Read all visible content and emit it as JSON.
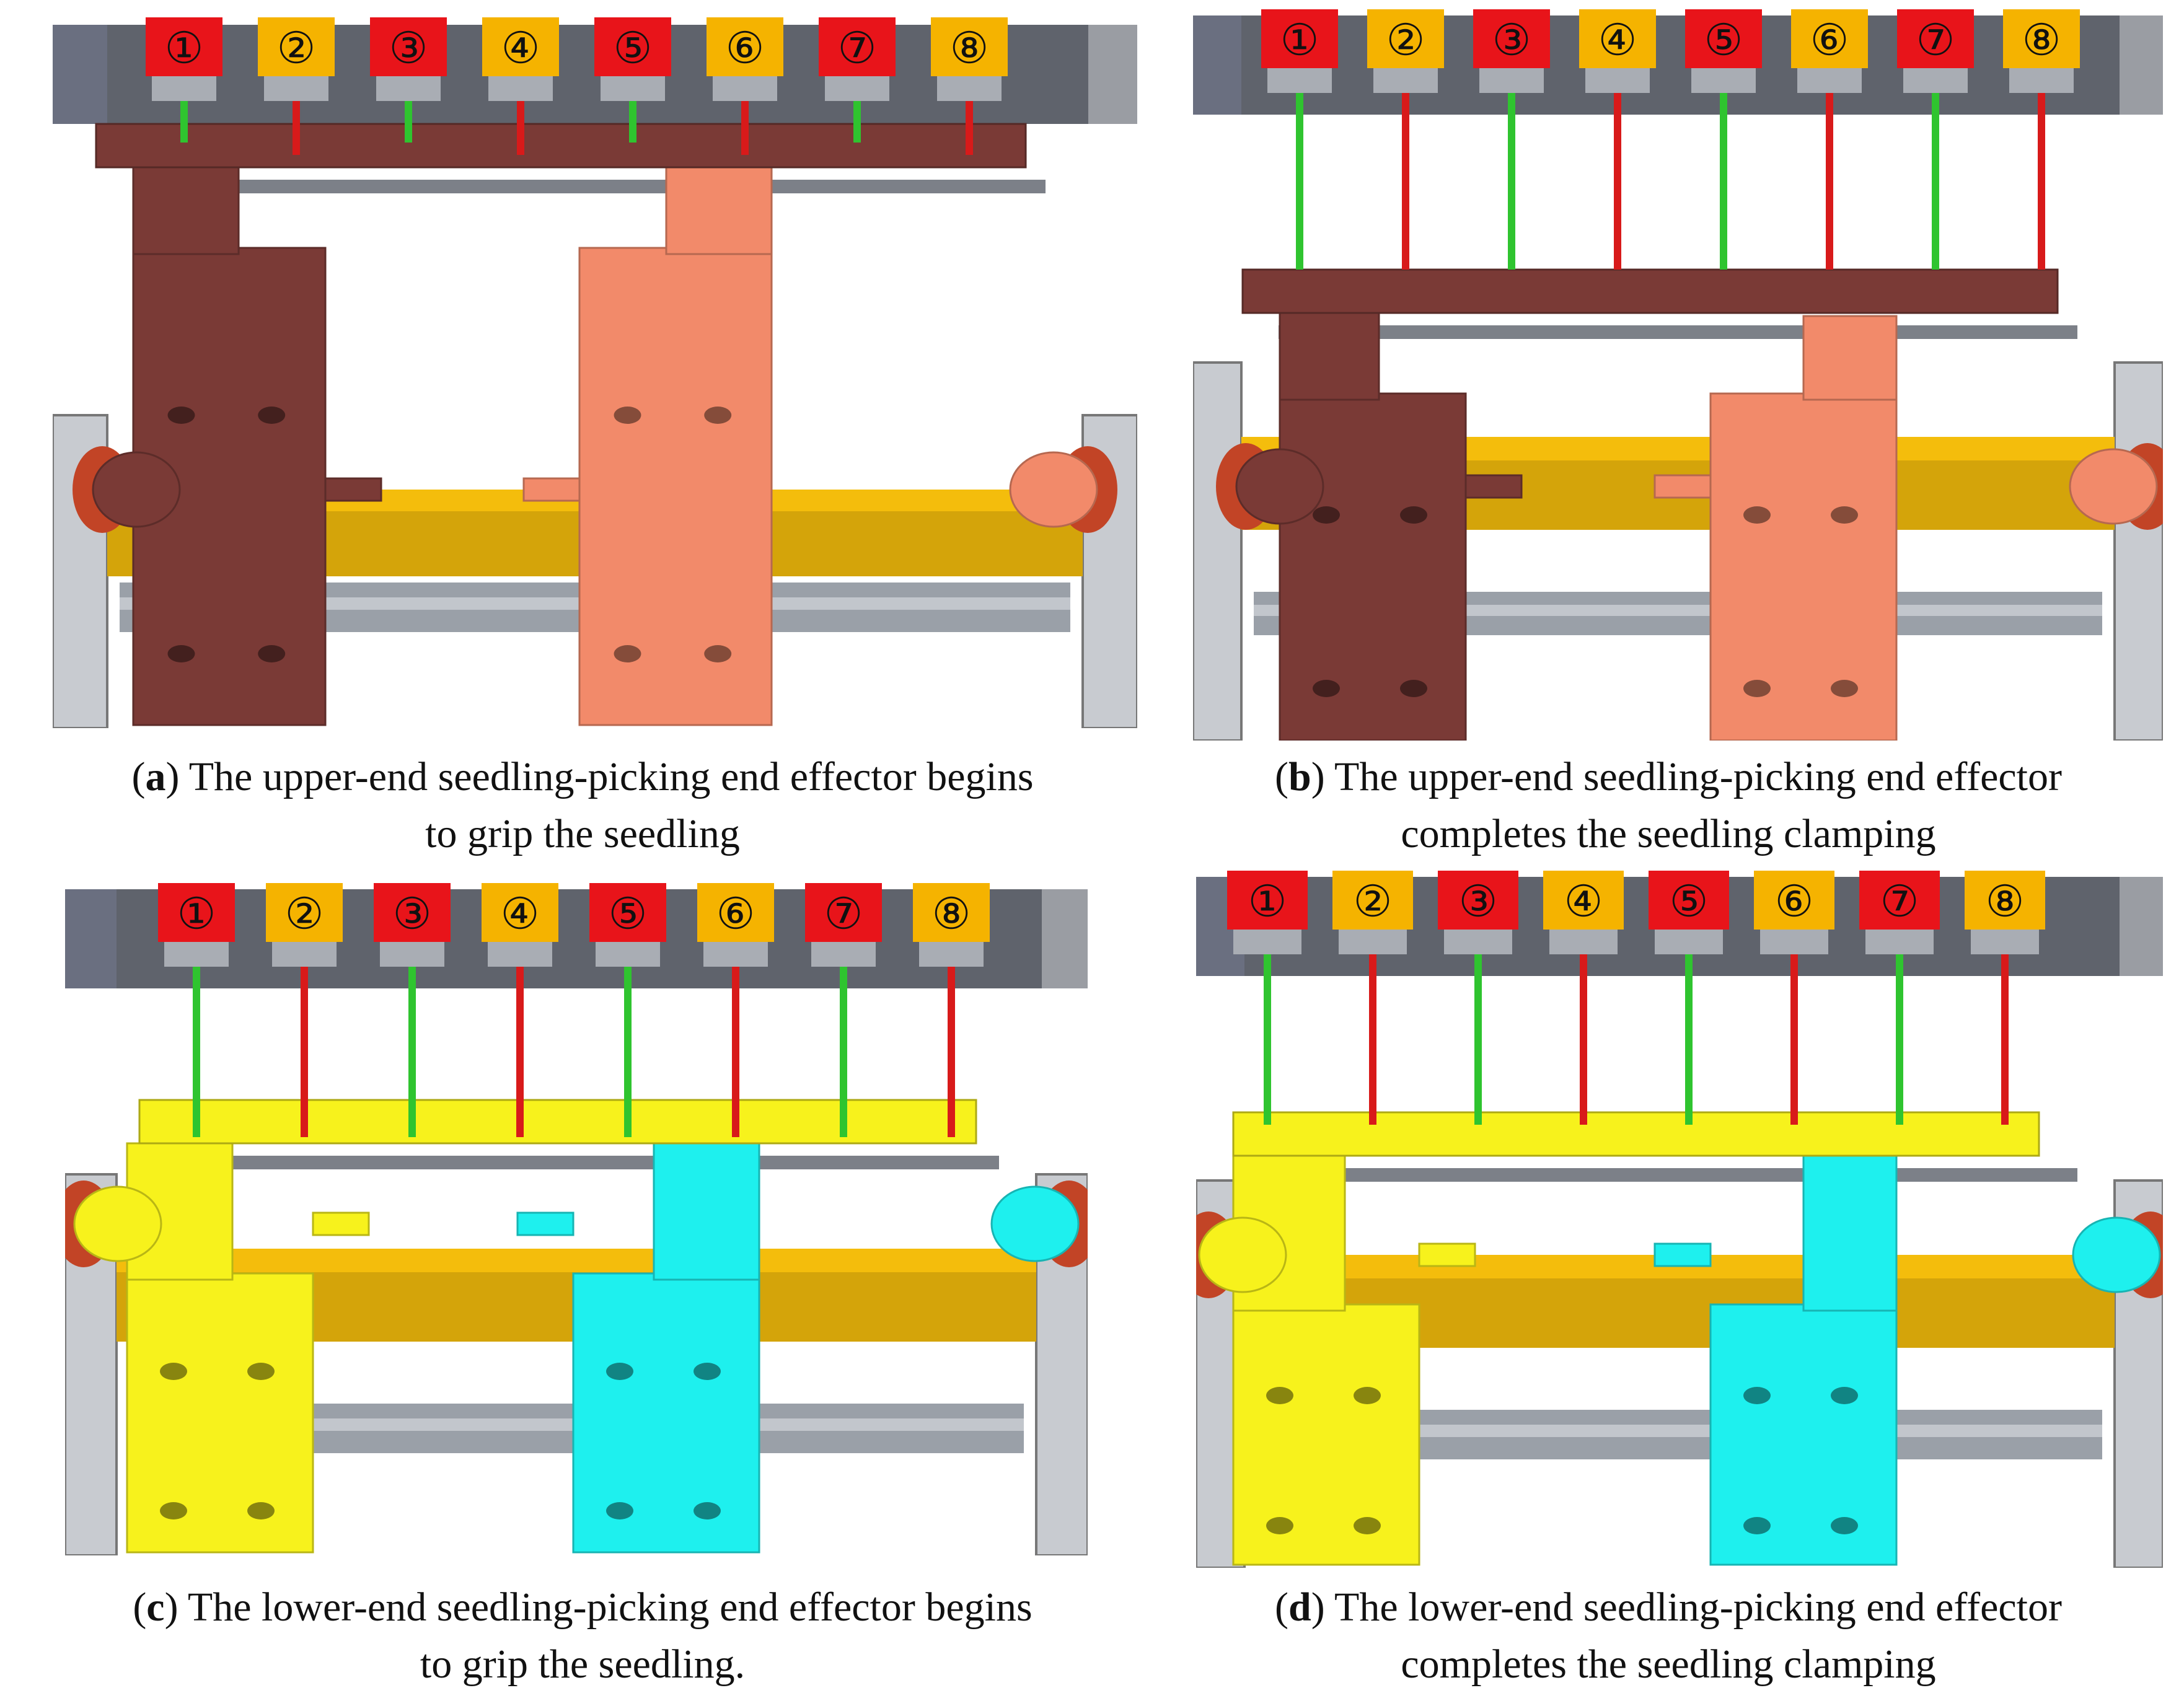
{
  "panels": [
    {
      "id": "a",
      "label": "a",
      "caption": [
        "The upper-end seedling-picking end effector begins",
        "to grip the seedling"
      ],
      "effector_colors": {
        "left": "#7a3a36",
        "right": "#f28a6a"
      },
      "rod_colors": {
        "odd": "#2fc42f",
        "even": "#d81a1a"
      }
    },
    {
      "id": "b",
      "label": "b",
      "caption": [
        "The upper-end seedling-picking end effector",
        "completes the seedling clamping"
      ],
      "effector_colors": {
        "left": "#7a3a36",
        "right": "#f28a6a"
      },
      "rod_colors": {
        "odd": "#2fc42f",
        "even": "#d81a1a"
      }
    },
    {
      "id": "c",
      "label": "c",
      "caption": [
        "The lower-end seedling-picking end effector begins",
        "to grip the seedling."
      ],
      "effector_colors": {
        "left": "#f7f21c",
        "right": "#1ef0ee"
      },
      "rod_colors": {
        "odd": "#2fc42f",
        "even": "#d81a1a"
      }
    },
    {
      "id": "d",
      "label": "d",
      "caption": [
        "The lower-end seedling-picking end effector",
        "completes the seedling clamping"
      ],
      "effector_colors": {
        "left": "#f7f21c",
        "right": "#1ef0ee"
      },
      "rod_colors": {
        "odd": "#2fc42f",
        "even": "#d81a1a"
      }
    }
  ],
  "seedling_positions": [
    "①",
    "②",
    "③",
    "④",
    "⑤",
    "⑥",
    "⑦",
    "⑧"
  ],
  "colors": {
    "odd_box": "#e8141a",
    "even_box": "#f5b300",
    "gold_roller": "#d4a40a",
    "grey_frame": "#8a8e96",
    "dark_grey": "#5f636c",
    "light_grey": "#c8cbd0",
    "ball": "#c24426"
  }
}
